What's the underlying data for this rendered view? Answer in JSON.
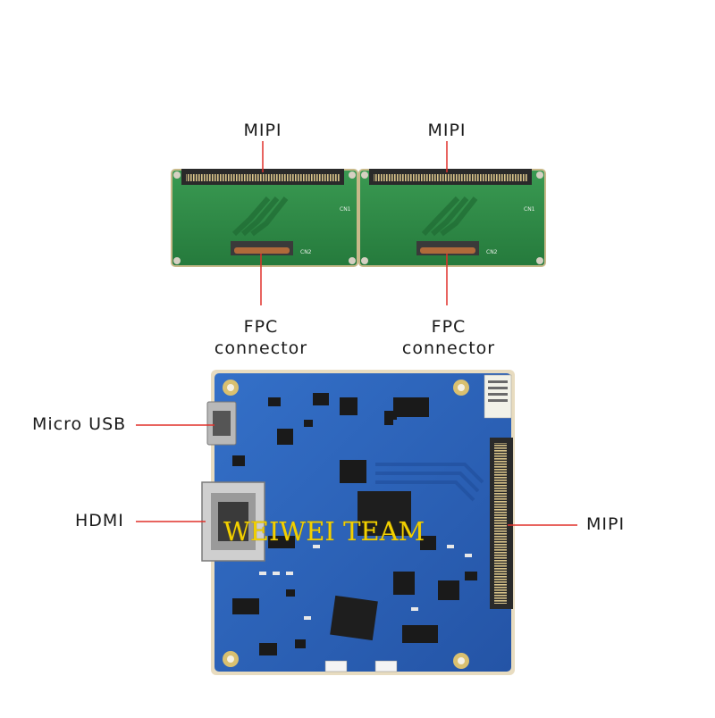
{
  "labels": {
    "mipi_top_left": "MIPI",
    "mipi_top_right": "MIPI",
    "fpc_left_line1": "FPC",
    "fpc_left_line2": "connector",
    "fpc_right_line1": "FPC",
    "fpc_right_line2": "connector",
    "micro_usb": "Micro USB",
    "hdmi": "HDMI",
    "mipi_main": "MIPI"
  },
  "watermark": "WEIWEI TEAM",
  "colors": {
    "pointer_line": "#e0302a",
    "adapter_pcb": "#2e8b45",
    "main_pcb": "#2a5fb8",
    "connector_brown": "#8a4a2a"
  }
}
